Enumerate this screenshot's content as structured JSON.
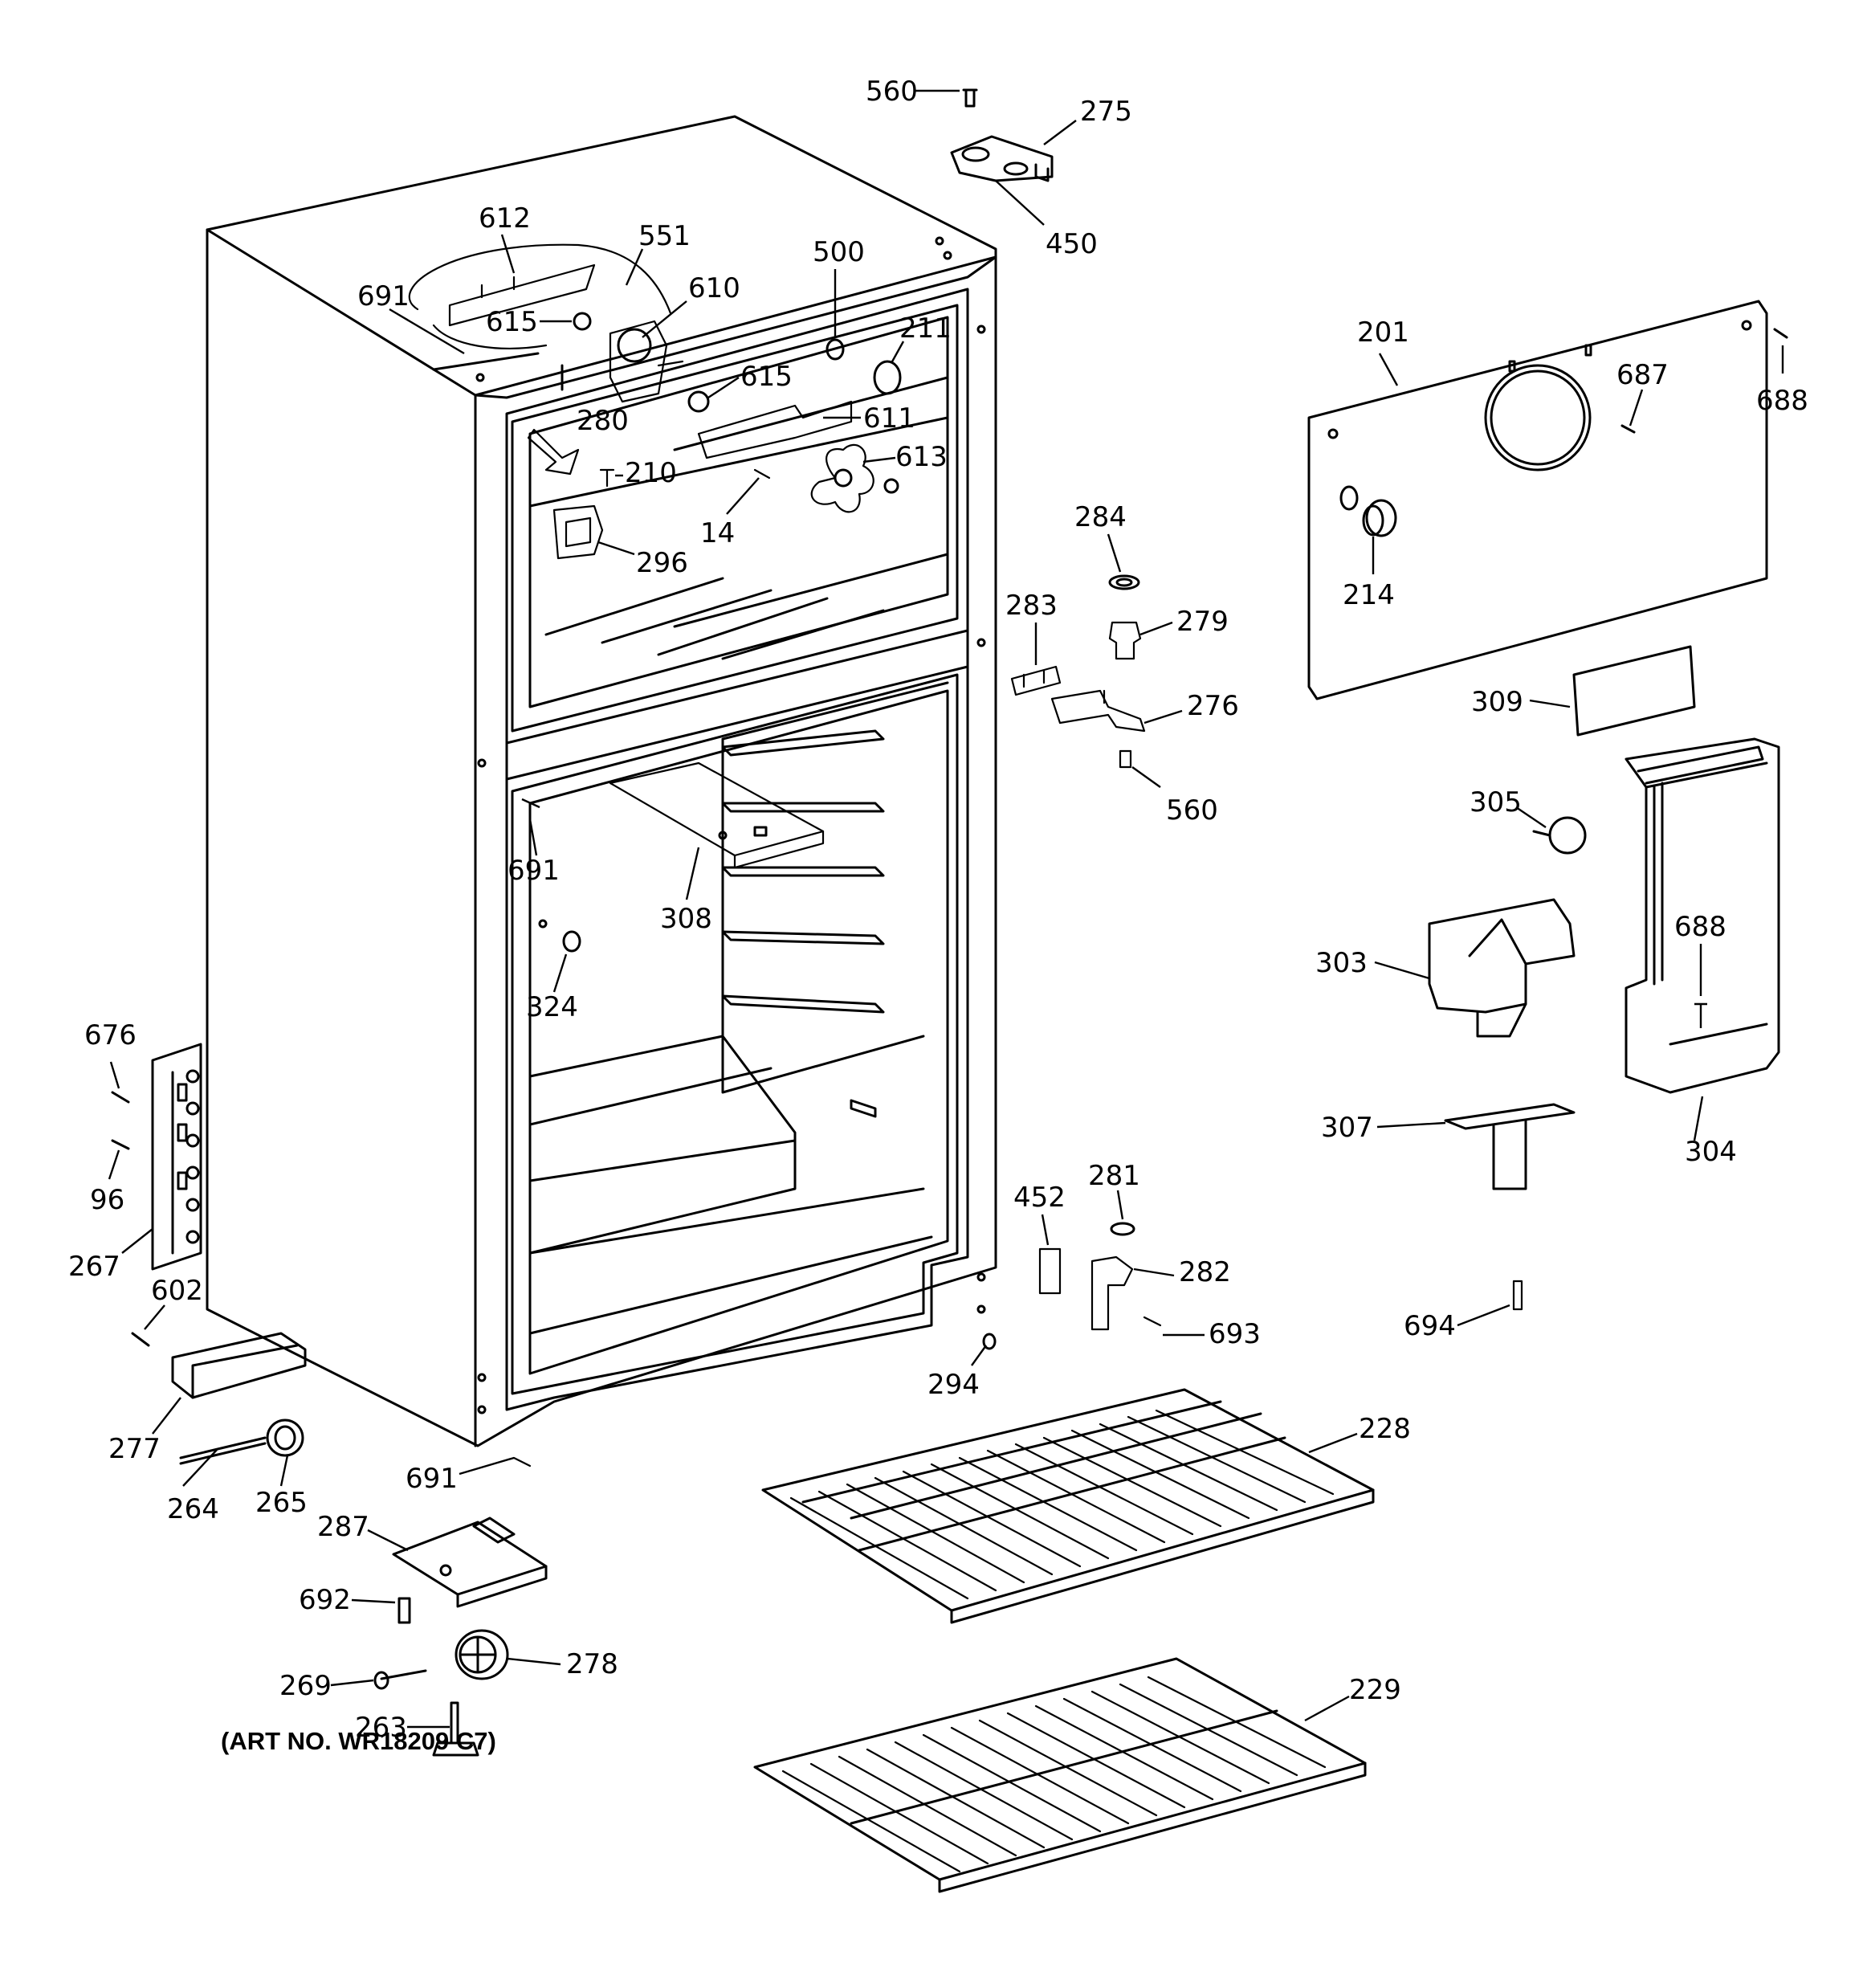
{
  "diagram": {
    "art_number": "(ART NO. WR18209 C7)",
    "callouts": [
      "560",
      "275",
      "450",
      "612",
      "551",
      "500",
      "610",
      "691",
      "615",
      "211",
      "615",
      "280",
      "611",
      "210",
      "613",
      "14",
      "296",
      "201",
      "687",
      "688",
      "214",
      "284",
      "279",
      "283",
      "276",
      "560",
      "309",
      "305",
      "691",
      "308",
      "303",
      "688",
      "324",
      "676",
      "96",
      "304",
      "307",
      "267",
      "602",
      "452",
      "281",
      "282",
      "693",
      "694",
      "294",
      "277",
      "228",
      "264",
      "265",
      "691",
      "287",
      "692",
      "278",
      "269",
      "229",
      "263"
    ]
  }
}
